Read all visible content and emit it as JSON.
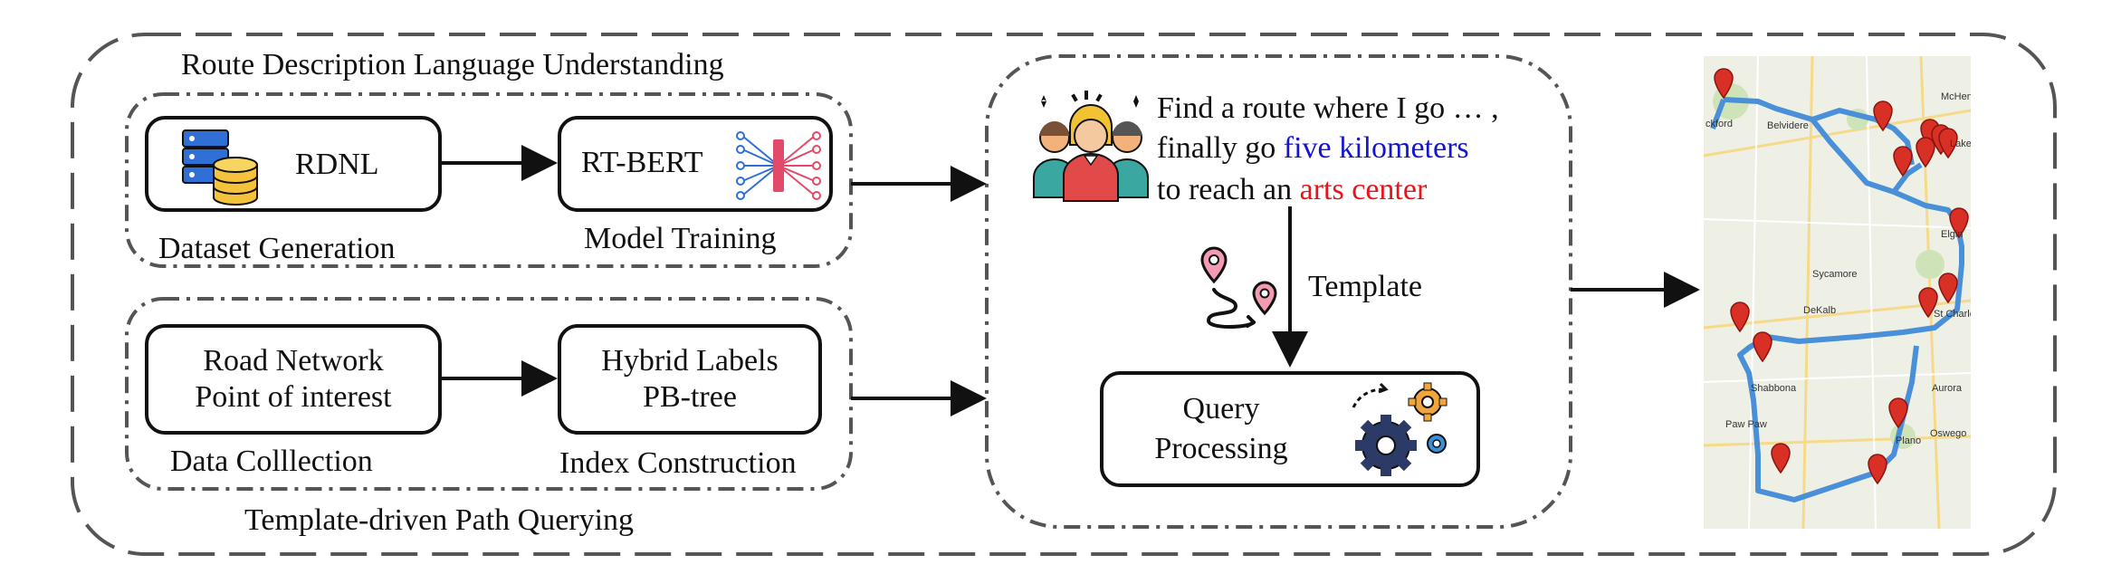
{
  "sections": {
    "top_title": "Route Description Language Understanding",
    "bottom_title": "Template-driven Path Querying"
  },
  "nodes": {
    "rdnl": "RDNL",
    "rt_bert": "RT-BERT",
    "road_network": "Road Network",
    "point_of_interest": "Point of interest",
    "hybrid_labels": "Hybrid Labels",
    "pb_tree": "PB-tree",
    "query": "Query",
    "processing": "Processing"
  },
  "captions": {
    "dataset_generation": "Dataset Generation",
    "model_training": "Model Training",
    "data_collection": "Data Colllection",
    "index_construction": "Index Construction",
    "template": "Template"
  },
  "query_text": {
    "line1": "Find a route where I go … ,",
    "line2_prefix": "finally go ",
    "line2_highlight": "five kilometers",
    "line3_prefix": "to reach an ",
    "line3_highlight": "arts center"
  },
  "map": {
    "labels": [
      "ckford",
      "Belvidere",
      "McHen",
      "Lake",
      "Elgin",
      "Sycamore",
      "DeKalb",
      "St Charles",
      "Shabbona",
      "Aurora",
      "Paw Paw",
      "Plano",
      "Oswego"
    ],
    "route_color": "#4a90d9",
    "marker_color": "#d93025"
  },
  "colors": {
    "highlight_blue": "#1515d0",
    "highlight_red": "#e8141b",
    "line": "#111111"
  },
  "icons": [
    "database-icon",
    "neural-network-icon",
    "people-icon",
    "route-pin-icon",
    "gears-icon"
  ]
}
